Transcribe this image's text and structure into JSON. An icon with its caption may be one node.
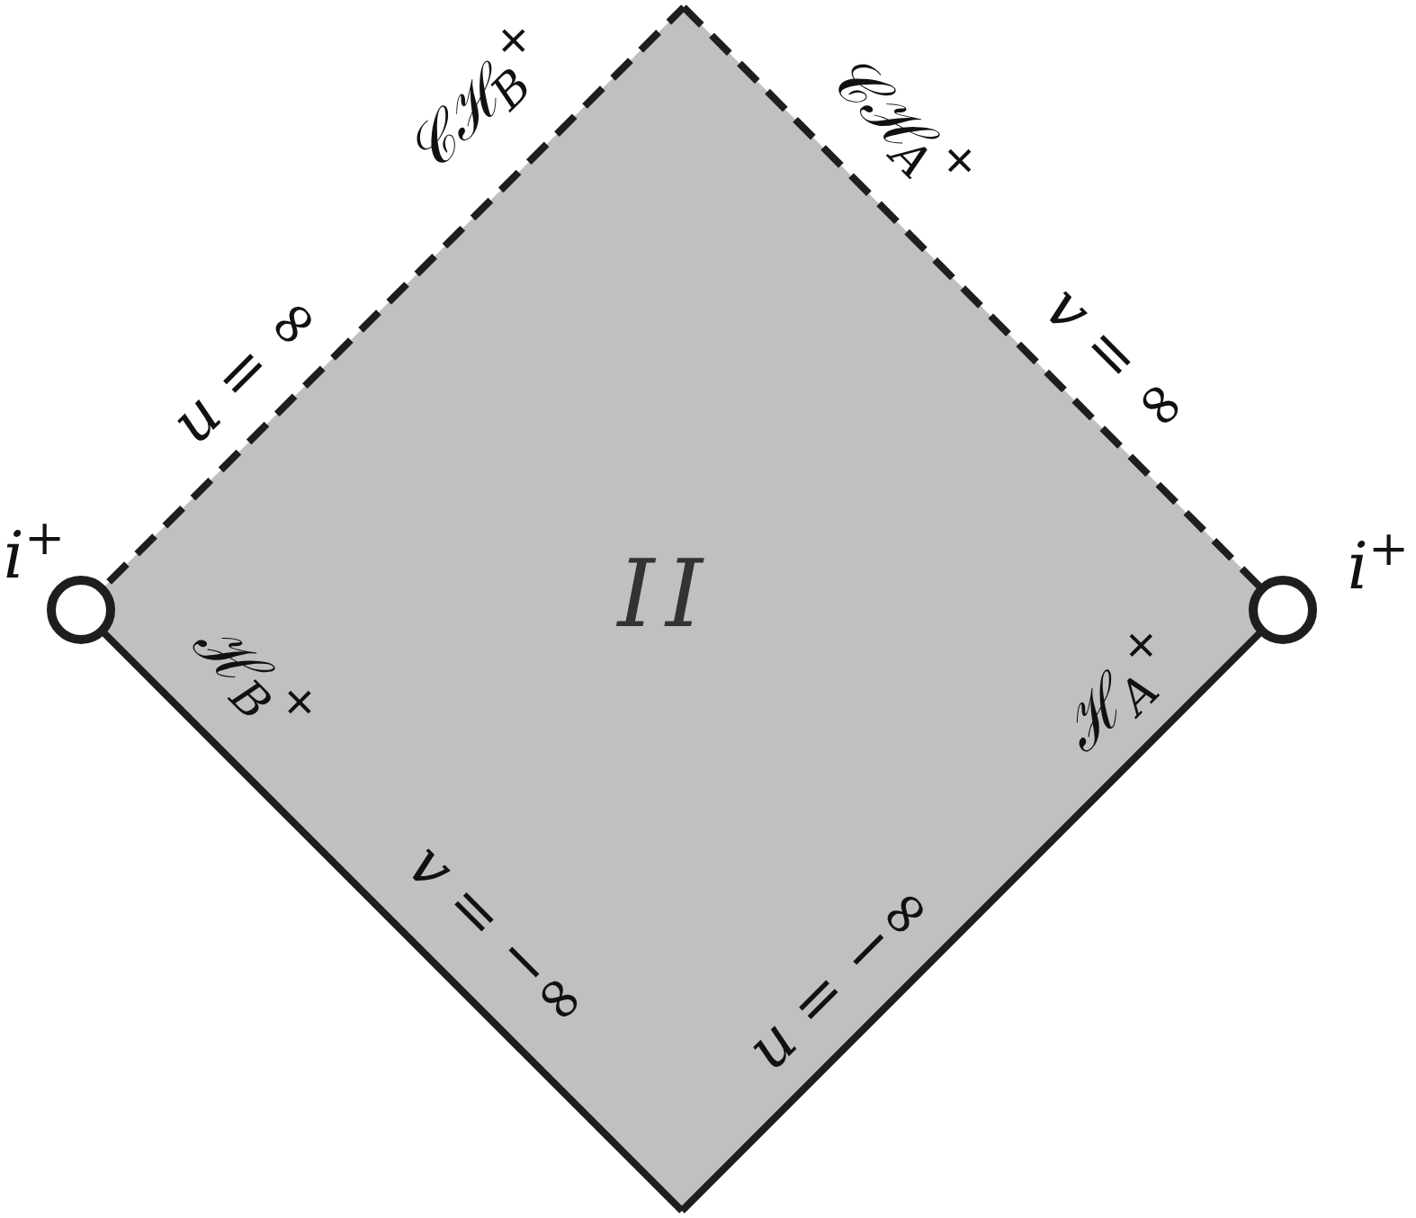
{
  "diagram": {
    "nodes": [
      {
        "text": [
          "II"
        ]
      },
      {
        "text": [],
        "shape": "circle",
        "beside": [
          "i$^{+}$"
        ]
      },
      {
        "text": [],
        "shape": "circle",
        "beside": [
          "i$^{+}$"
        ]
      }
    ],
    "labels": [
      "𝒞ℋ$_{B}$$^{+}$",
      "𝒞ℋ$_{A}$$^{+}$",
      "u = ∞",
      "v = ∞",
      "ℋ$_{B}$$^{+}$",
      "ℋ$_{A}$$^{+}$",
      "v = −∞",
      "u = −∞"
    ]
  }
}
